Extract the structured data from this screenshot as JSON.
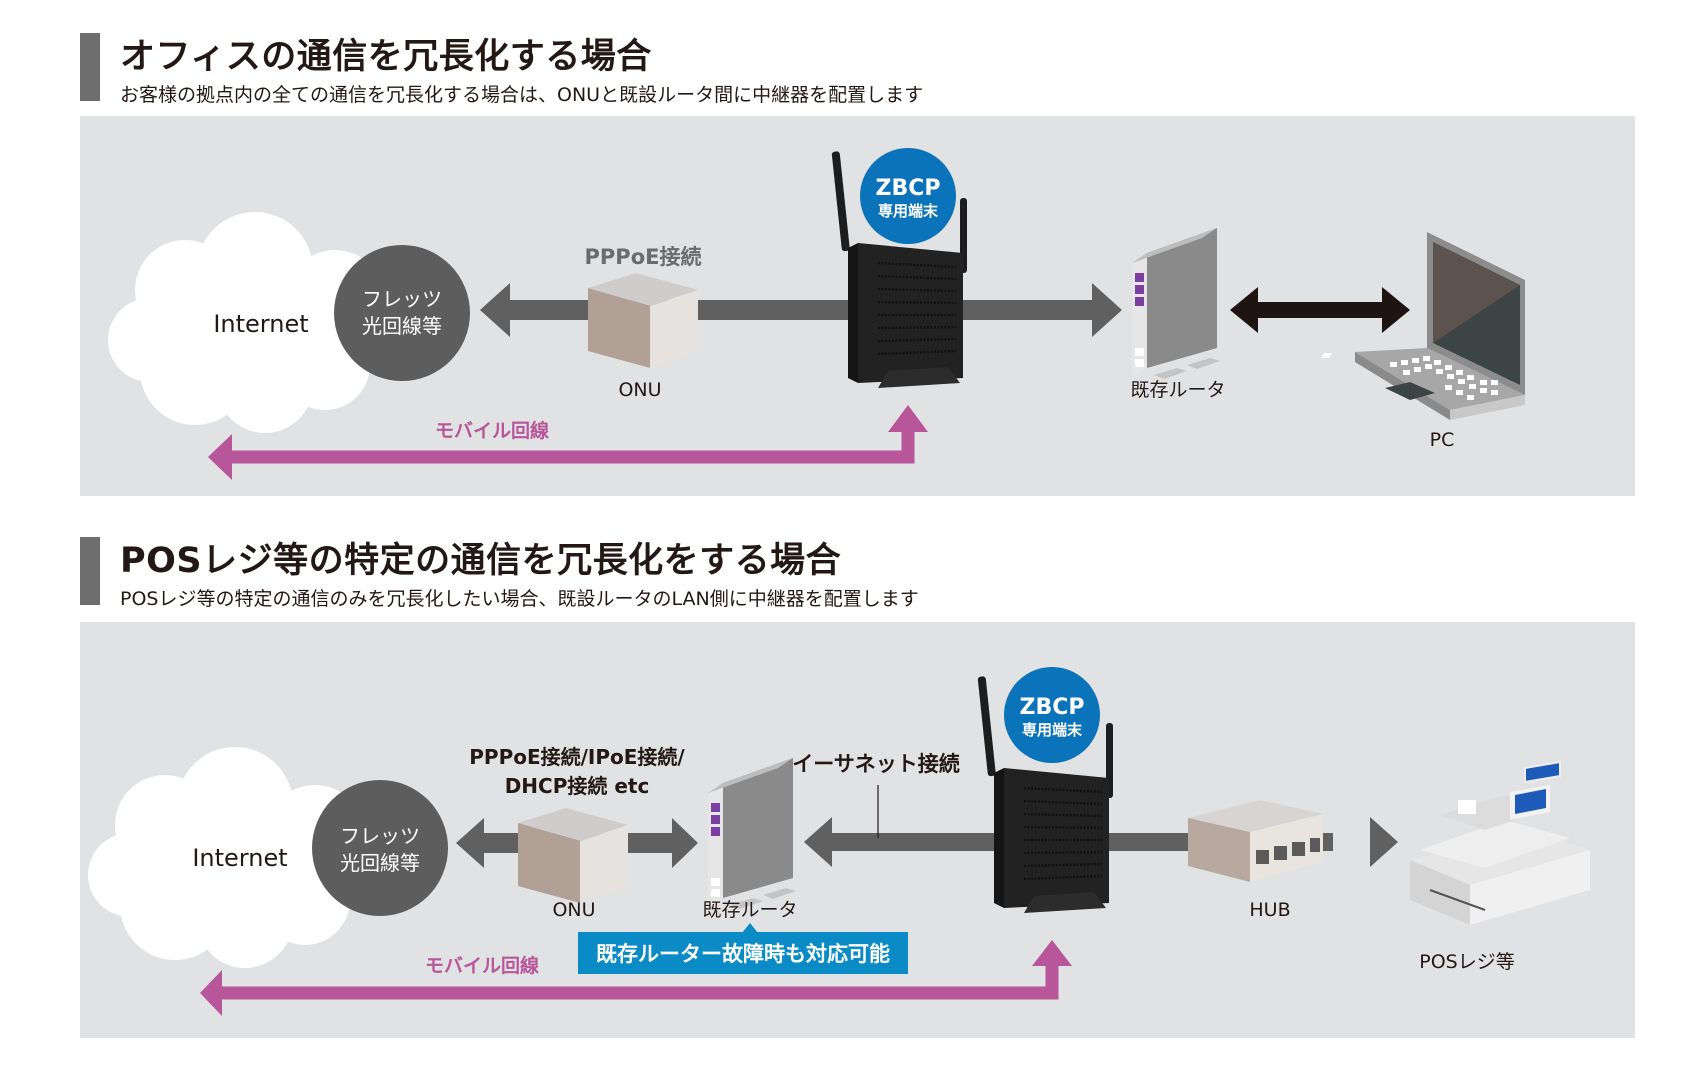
{
  "sections": [
    {
      "title": "オフィスの通信を冗長化する場合",
      "subtitle": "お客様の拠点内の全ての通信を冗長化する場合は、ONUと既設ルータ間に中継器を配置します",
      "nodes": {
        "internet": "Internet",
        "carrier_line1": "フレッツ",
        "carrier_line2": "光回線等",
        "onu": "ONU",
        "zbcp_line1": "ZBCP",
        "zbcp_line2": "専用端末",
        "existing_router": "既存ルータ",
        "pc": "PC"
      },
      "links": {
        "connection_label": "PPPoE接続",
        "mobile_label": "モバイル回線"
      }
    },
    {
      "title": "POSレジ等の特定の通信を冗長化をする場合",
      "subtitle": "POSレジ等の特定の通信のみを冗長化したい場合、既設ルータのLAN側に中継器を配置します",
      "nodes": {
        "internet": "Internet",
        "carrier_line1": "フレッツ",
        "carrier_line2": "光回線等",
        "onu": "ONU",
        "existing_router": "既存ルータ",
        "zbcp_line1": "ZBCP",
        "zbcp_line2": "専用端末",
        "hub": "HUB",
        "pos": "POSレジ等"
      },
      "links": {
        "connection_label_line1": "PPPoE接続/IPoE接続/",
        "connection_label_line2": "DHCP接続 etc",
        "ethernet_label": "イーサネット接続",
        "mobile_label": "モバイル回線",
        "callout": "既存ルーター故障時も対応可能"
      }
    }
  ],
  "colors": {
    "panel_bg": "#e1e2e3",
    "heading_bar": "#6e6e6e",
    "arrow_gray": "#5f605f",
    "mobile_magenta": "#b8569a",
    "zbcp_blue": "#0a73ba",
    "callout_blue": "#0a8bc6",
    "carrier_circle": "#5d5d5d",
    "pc_link_black": "#1e1414"
  }
}
